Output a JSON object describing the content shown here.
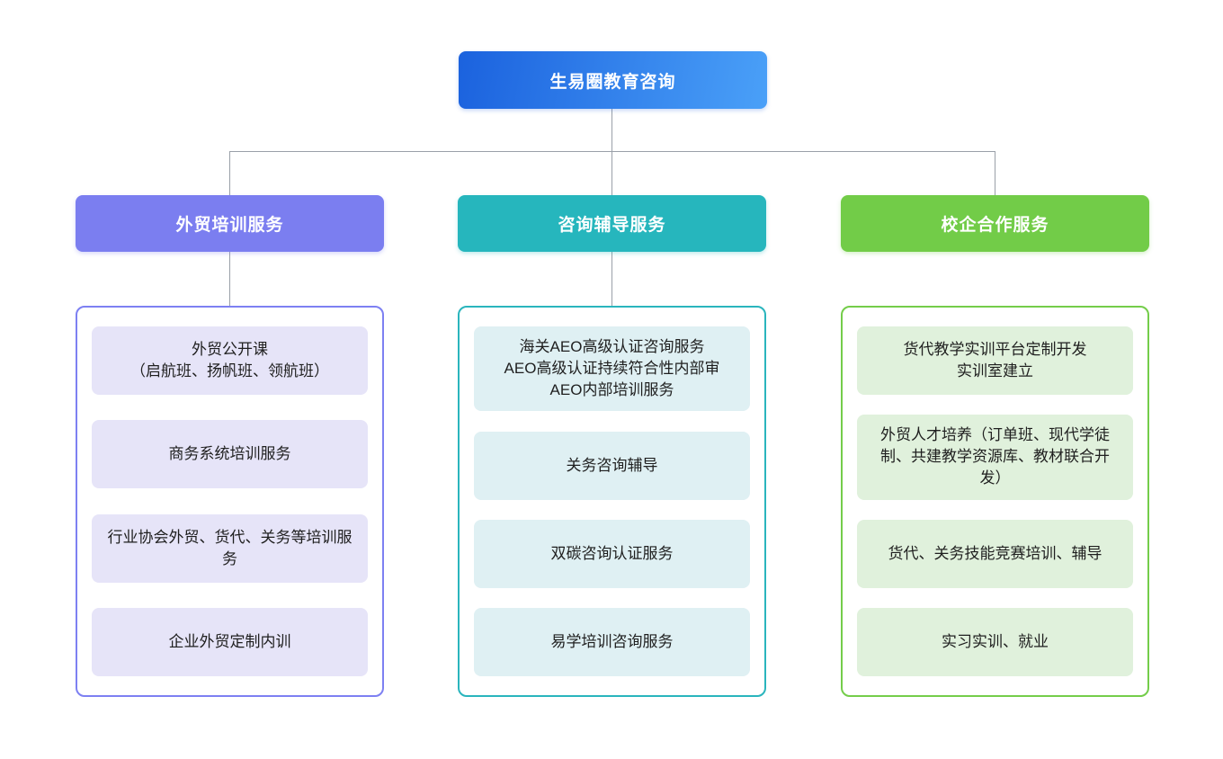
{
  "diagram_title": "生易圈教育咨询",
  "root": {
    "label": "生易圈教育咨询"
  },
  "branches": [
    {
      "label": "外贸培训服务",
      "items": [
        {
          "text": "外贸公开课\n（启航班、扬帆班、领航班）"
        },
        {
          "text": "商务系统培训服务"
        },
        {
          "text": "行业协会外贸、货代、关务等培训服务"
        },
        {
          "text": "企业外贸定制内训"
        }
      ]
    },
    {
      "label": "咨询辅导服务",
      "items": [
        {
          "text": "海关AEO高级认证咨询服务\nAEO高级认证持续符合性内部审\nAEO内部培训服务"
        },
        {
          "text": "关务咨询辅导"
        },
        {
          "text": "双碳咨询认证服务"
        },
        {
          "text": "易学培训咨询服务"
        }
      ]
    },
    {
      "label": "校企合作服务",
      "items": [
        {
          "text": "货代教学实训平台定制开发\n实训室建立"
        },
        {
          "text": "外贸人才培养（订单班、现代学徒制、共建教学资源库、教材联合开发）"
        },
        {
          "text": "货代、关务技能竞赛培训、辅导"
        },
        {
          "text": "实习实训、就业"
        }
      ]
    }
  ],
  "colors": {
    "root_gradient_start": "#1b62de",
    "root_gradient_end": "#4aa0f8",
    "branch_purple": "#7b7ef0",
    "branch_teal": "#26b6bd",
    "branch_green": "#72cc48",
    "item_bg_purple": "#e6e4f8",
    "item_bg_teal": "#dff0f3",
    "item_bg_green": "#e0f1dc",
    "connector_line": "#9aa0a8",
    "item_text": "#1f1f1f"
  }
}
